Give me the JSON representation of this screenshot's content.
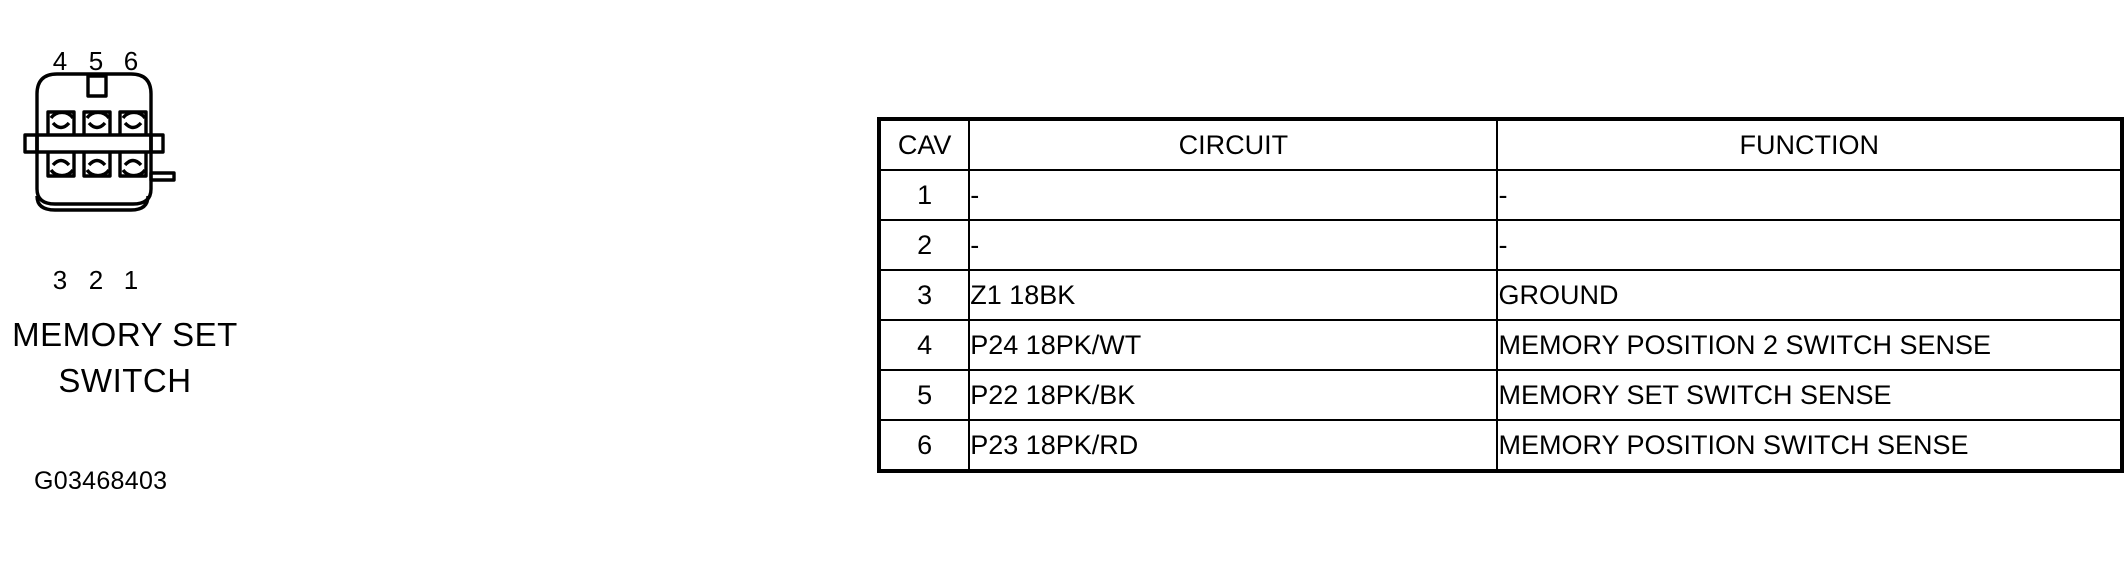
{
  "connector": {
    "pin_numbers_top": [
      "4",
      "5",
      "6"
    ],
    "pin_numbers_bottom": [
      "3",
      "2",
      "1"
    ],
    "label_line1": "MEMORY SET",
    "label_line2": "SWITCH",
    "part_number": "G03468403",
    "cavity_count": 6,
    "line_color": "#000000",
    "fill_color": "#ffffff"
  },
  "table": {
    "headers": {
      "cav": "CAV",
      "circuit": "CIRCUIT",
      "function": "FUNCTION"
    },
    "rows": [
      {
        "cav": "1",
        "circuit": "-",
        "function": "-"
      },
      {
        "cav": "2",
        "circuit": "-",
        "function": "-"
      },
      {
        "cav": "3",
        "circuit": "Z1 18BK",
        "function": "GROUND"
      },
      {
        "cav": "4",
        "circuit": "P24 18PK/WT",
        "function": "MEMORY POSITION 2 SWITCH SENSE"
      },
      {
        "cav": "5",
        "circuit": "P22 18PK/BK",
        "function": "MEMORY SET SWITCH SENSE"
      },
      {
        "cav": "6",
        "circuit": "P23 18PK/RD",
        "function": "MEMORY POSITION SWITCH SENSE"
      }
    ]
  }
}
